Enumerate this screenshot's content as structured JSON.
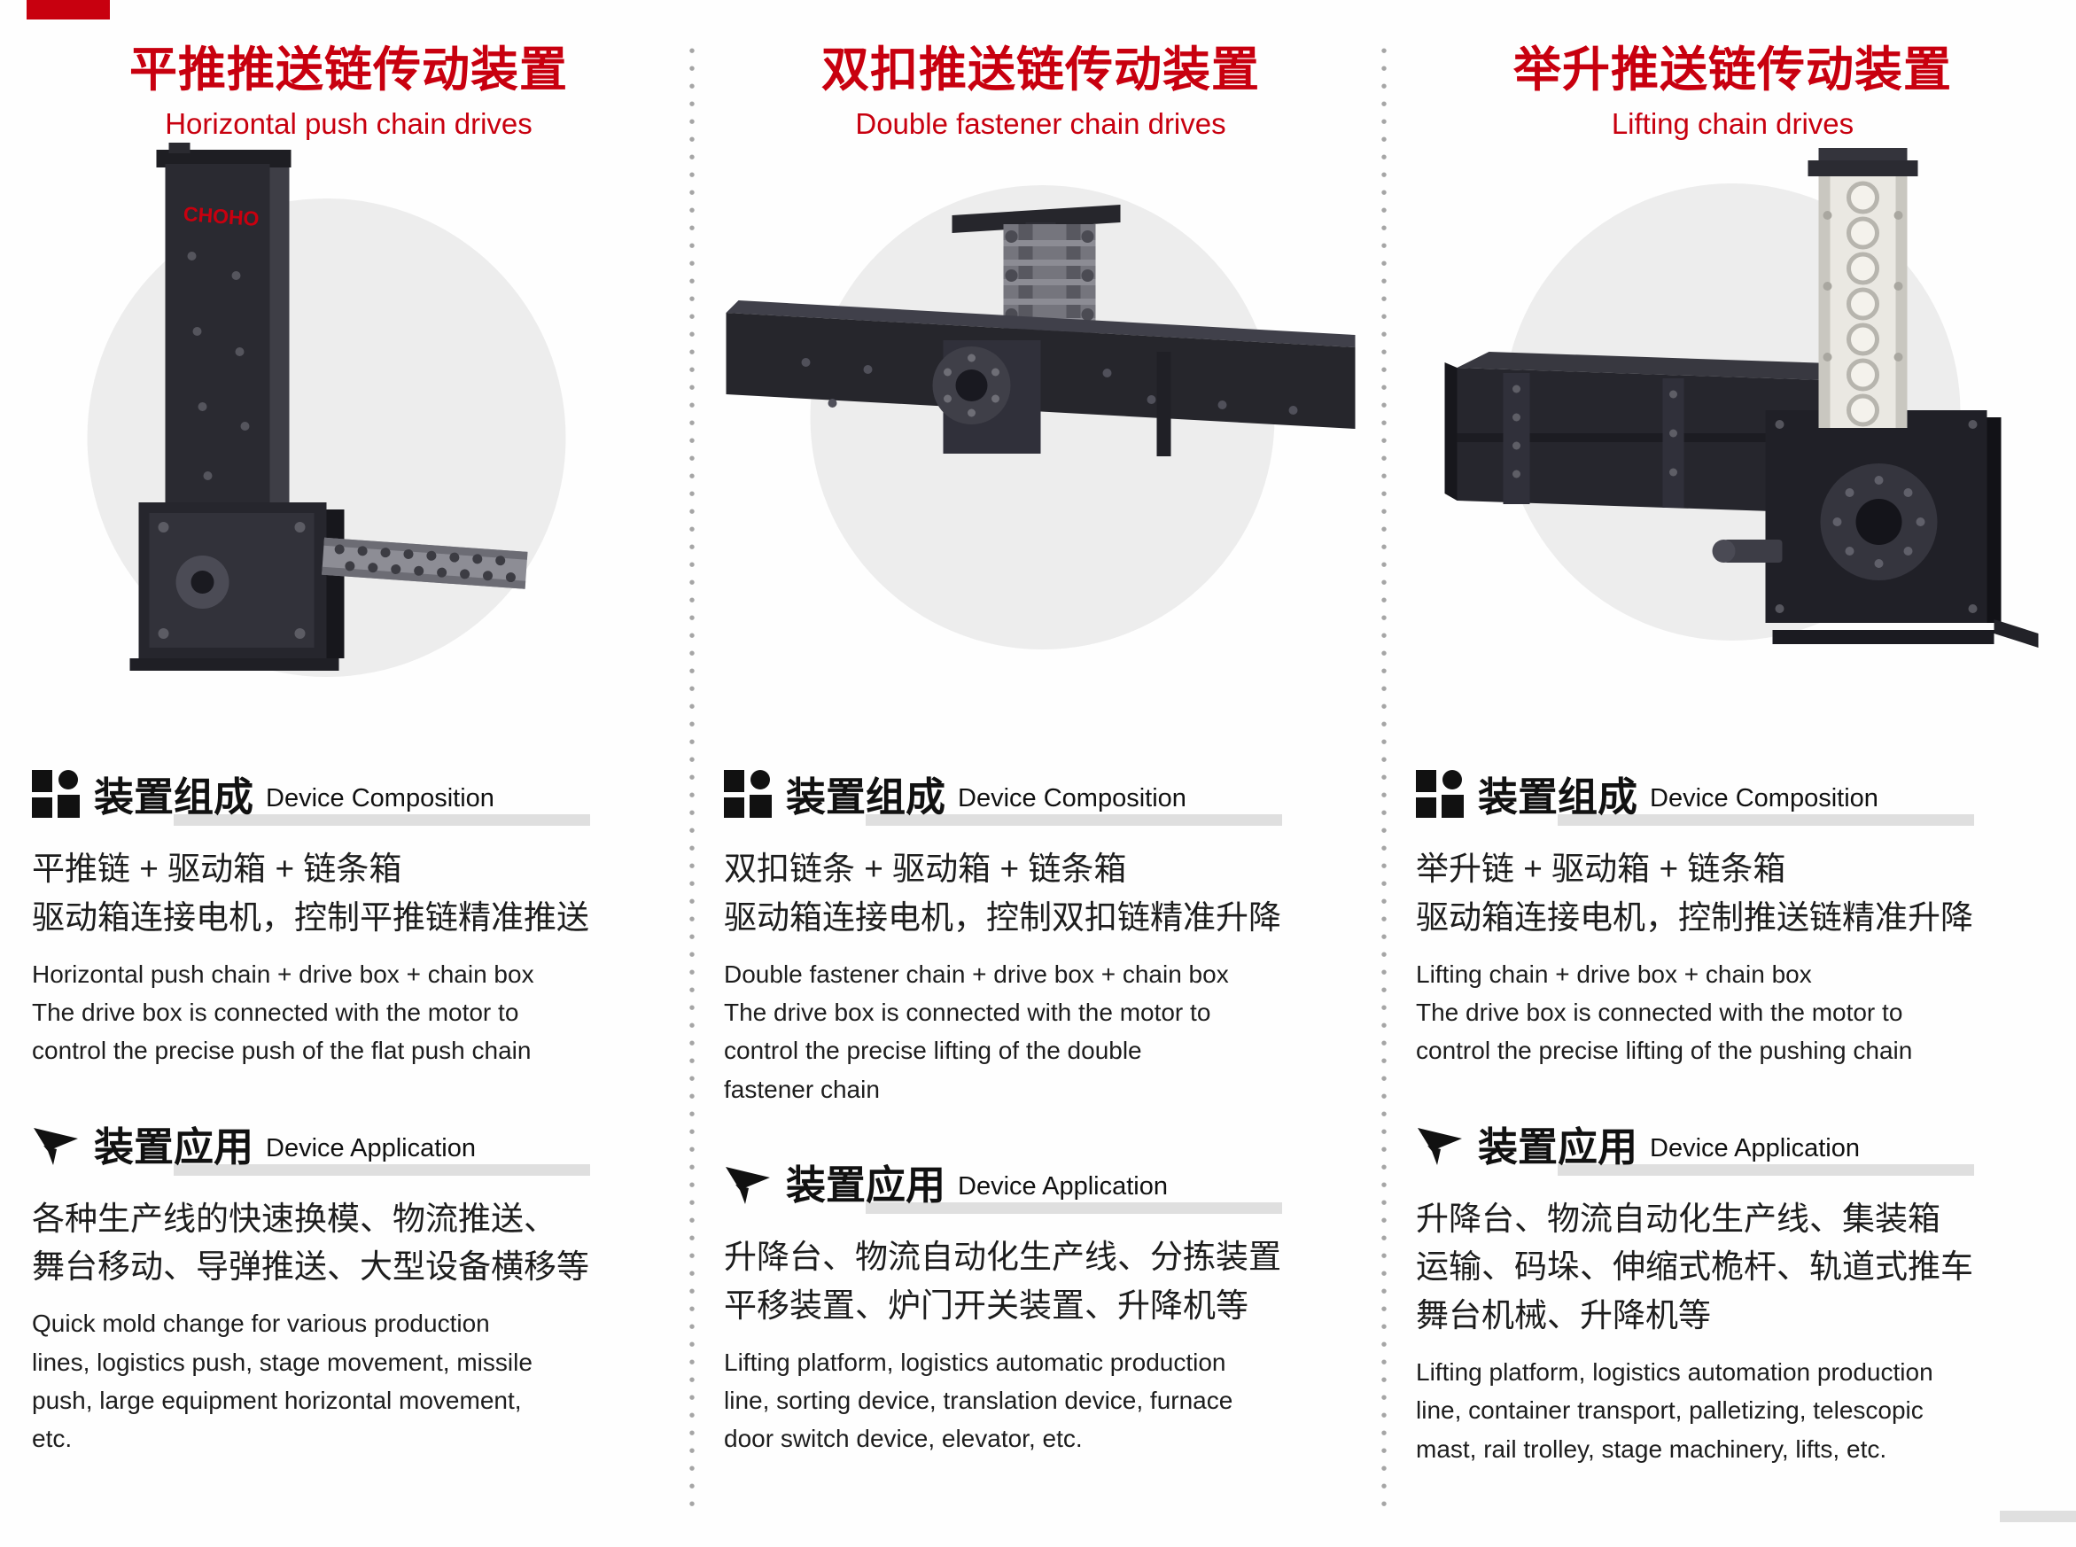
{
  "page": {
    "accent": "#c8000f",
    "text_dark": "#1d1d1d",
    "circle_bg": "#ededed",
    "divider_style": "vertical-dotted",
    "decor_bar_color": "#dfdfdf"
  },
  "columns": [
    {
      "title_zh": "平推推送链传动装置",
      "title_en": "Horizontal push chain drives",
      "figure": {
        "icon": "horizontal-push-chain-drive-render",
        "brand": "CHOHO"
      },
      "composition": {
        "icon": "squares-grid-icon",
        "heading_zh": "装置组成",
        "heading_en": "Device Composition",
        "zh_lines": [
          "平推链 + 驱动箱 + 链条箱",
          "驱动箱连接电机，控制平推链精准推送"
        ],
        "en_lines": [
          "Horizontal push chain + drive box + chain box",
          "The drive box is connected with the motor to",
          "control the precise push of the flat push chain"
        ]
      },
      "application": {
        "icon": "paper-plane-icon",
        "heading_zh": "装置应用",
        "heading_en": "Device Application",
        "zh_lines": [
          "各种生产线的快速换模、物流推送、",
          "舞台移动、导弹推送、大型设备横移等"
        ],
        "en_lines": [
          "Quick mold change for various production",
          "lines, logistics push, stage movement, missile",
          "push, large equipment horizontal movement,",
          "etc."
        ]
      }
    },
    {
      "title_zh": "双扣推送链传动装置",
      "title_en": "Double fastener chain drives",
      "figure": {
        "icon": "double-fastener-chain-drive-render",
        "brand": ""
      },
      "composition": {
        "icon": "squares-grid-icon",
        "heading_zh": "装置组成",
        "heading_en": "Device Composition",
        "zh_lines": [
          "双扣链条 + 驱动箱 + 链条箱",
          "驱动箱连接电机，控制双扣链精准升降"
        ],
        "en_lines": [
          "Double fastener chain + drive box + chain box",
          "The drive box is connected with the motor to",
          "control the precise lifting of the double",
          "fastener chain"
        ]
      },
      "application": {
        "icon": "paper-plane-icon",
        "heading_zh": "装置应用",
        "heading_en": "Device Application",
        "zh_lines": [
          "升降台、物流自动化生产线、分拣装置",
          "平移装置、炉门开关装置、升降机等"
        ],
        "en_lines": [
          "Lifting platform, logistics automatic production",
          "line, sorting device, translation device, furnace",
          "door switch device, elevator, etc."
        ]
      }
    },
    {
      "title_zh": "举升推送链传动装置",
      "title_en": "Lifting chain drives",
      "figure": {
        "icon": "lifting-chain-drive-render",
        "brand": ""
      },
      "composition": {
        "icon": "squares-grid-icon",
        "heading_zh": "装置组成",
        "heading_en": "Device Composition",
        "zh_lines": [
          "举升链 + 驱动箱 + 链条箱",
          "驱动箱连接电机，控制推送链精准升降"
        ],
        "en_lines": [
          "Lifting chain + drive box + chain box",
          "The drive box is connected with the motor to",
          "control the precise lifting of the pushing chain"
        ]
      },
      "application": {
        "icon": "paper-plane-icon",
        "heading_zh": "装置应用",
        "heading_en": "Device Application",
        "zh_lines": [
          "升降台、物流自动化生产线、集装箱",
          "运输、码垛、伸缩式桅杆、轨道式推车",
          "舞台机械、升降机等"
        ],
        "en_lines": [
          "Lifting platform, logistics automation production",
          "line, container transport, palletizing, telescopic",
          "mast, rail trolley, stage machinery, lifts, etc."
        ]
      }
    }
  ]
}
